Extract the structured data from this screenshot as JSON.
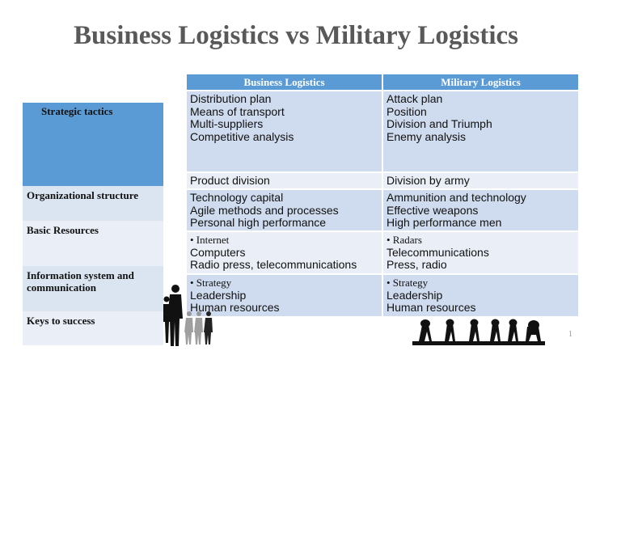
{
  "slide": {
    "title": "Business Logistics vs Military Logistics",
    "page_number": "1"
  },
  "table": {
    "headers": [
      "Business Logistics",
      "Military Logistics"
    ],
    "row_labels": [
      "Strategic tactics",
      "Organizational structure",
      "Basic Resources",
      "Information system and communication",
      "Keys to success"
    ],
    "rows": [
      {
        "business": [
          "Distribution   plan",
          "Means   of   transport",
          "Multi-suppliers",
          "Competitive   analysis"
        ],
        "military": [
          "Attack   plan",
          "Position",
          "Division   and   Triumph",
          "Enemy   analysis"
        ]
      },
      {
        "business": [
          "Product   division"
        ],
        "military": [
          "Division   by   army"
        ]
      },
      {
        "business": [
          "Technology   capital",
          "Agile   methods   and   processes",
          "Personal   high   performance"
        ],
        "military": [
          "Ammunition   and   technology",
          "Effective   weapons",
          "High   performance   men"
        ]
      },
      {
        "business": [
          "•  Internet",
          "Computers",
          "Radio  press,  telecommunications"
        ],
        "military": [
          "•  Radars",
          "Telecommunications",
          "Press,  radio"
        ]
      },
      {
        "business": [
          "•  Strategy",
          "Leadership",
          "Human   resources"
        ],
        "military": [
          "•  Strategy",
          "Leadership",
          "Human   resources"
        ]
      }
    ]
  },
  "images": {
    "left": "business-people-silhouette-icon",
    "right": "soldiers-silhouette-icon"
  }
}
